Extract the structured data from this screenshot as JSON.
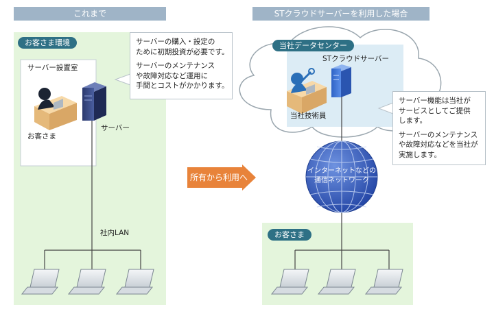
{
  "left": {
    "header": "これまで",
    "env_label": "お客さま環境",
    "room_label": "サーバー設置室",
    "customer_label": "お客さま",
    "server_label": "サーバー",
    "lan_label": "社内LAN",
    "callout": [
      "サーバーの購入・設定の",
      "ために初期投資が必要です。",
      "",
      "サーバーのメンテナンス",
      "や故障対応など運用に",
      "手間とコストがかかります。"
    ]
  },
  "arrow_label": "所有から利用へ",
  "right": {
    "header": "STクラウドサーバーを利用した場合",
    "dc_label": "当社データセンター",
    "server_label": "STクラウドサーバー",
    "engineer_label": "当社技術員",
    "network_label": [
      "インターネットなどの",
      "通信ネットワーク"
    ],
    "customer_label": "お客さま",
    "callout": [
      "サーバー機能は当社が",
      "サービスとしてご提供",
      "します。",
      "",
      "サーバーのメンテナンス",
      "や故障対応などを当社が",
      "実施します。"
    ]
  },
  "colors": {
    "header_bg": "#9fb4c7",
    "panel_bg": "#e4f5dc",
    "pill_bg": "#2e7085",
    "arrow": "#e8833a",
    "server_blue": "#3a68c8",
    "globe_blue": "#3b63c4"
  }
}
